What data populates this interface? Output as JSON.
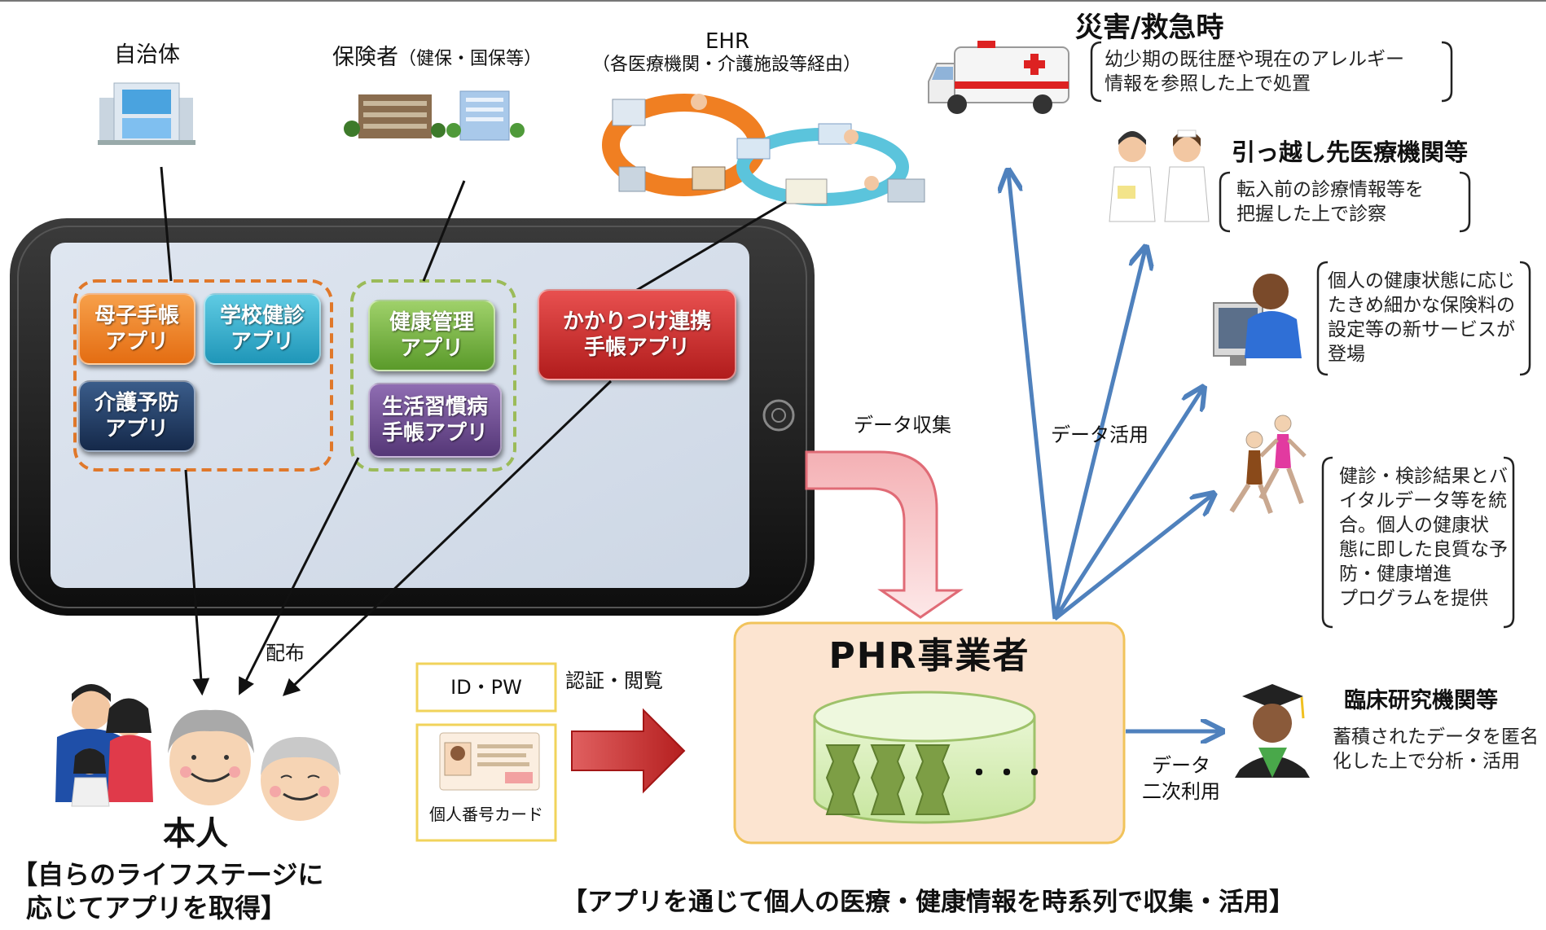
{
  "stakeholders": {
    "municipality": "自治体",
    "insurer_main": "保険者",
    "insurer_sub": "（健保・国保等）",
    "ehr_title": "EHR",
    "ehr_sub": "（各医療機関・介護施設等経由）"
  },
  "apps": {
    "boshi": "母子手帳\nアプリ",
    "gakko": "学校健診\nアプリ",
    "kaigo": "介護予防\nアプリ",
    "kenko": "健康管理\nアプリ",
    "seikatsu": "生活習慣病\n手帳アプリ",
    "kakaritsuke": "かかりつけ連携\n手帳アプリ"
  },
  "flows": {
    "distribution": "配布",
    "data_collection": "データ収集",
    "data_use": "データ活用",
    "auth_view": "認証・閲覧",
    "secondary_use": "データ\n二次利用"
  },
  "person": {
    "title": "本人",
    "subtitle_line1": "【自らのライフステージに",
    "subtitle_line2": "応じてアプリを取得】"
  },
  "auth": {
    "id_pw": "ID・PW",
    "mynumber_card": "個人番号カード"
  },
  "phr": {
    "title": "PHR事業者",
    "ellipsis": "・・・"
  },
  "bottom_caption": "【アプリを通じて個人の医療・健康情報を時系列で収集・活用】",
  "outcomes": {
    "disaster_title": "災害/救急時",
    "disaster_text": "幼少期の既往歴や現在のアレルギー\n情報を参照した上で処置",
    "relocation_title": "引っ越し先医療機関等",
    "relocation_text": "転入前の診療情報等を\n把握した上で診察",
    "insurance_text": "個人の健康状態に応じ\nたきめ細かな保険料の\n設定等の新サービスが\n登場",
    "program_text": "健診・検診結果とバ\nイタルデータ等を統\n合。個人の健康状\n態に即した良質な予\n防・健康増進\nプログラムを提供",
    "research_title": "臨床研究機関等",
    "research_text": "蓄積されたデータを匿名\n化した上で分析・活用"
  },
  "colors": {
    "arrow_blue": "#4f81bd",
    "boshi": "#f07f22",
    "gakko": "#2aa9c9",
    "kaigo": "#1f3a5f",
    "kenko": "#6fad3a",
    "seikatsu": "#6a4a8a",
    "kakaritsuke": "#c8282a",
    "phr_box": "#fce4d0",
    "dash_orange": "#e0782a",
    "dash_green": "#9bbb59"
  }
}
